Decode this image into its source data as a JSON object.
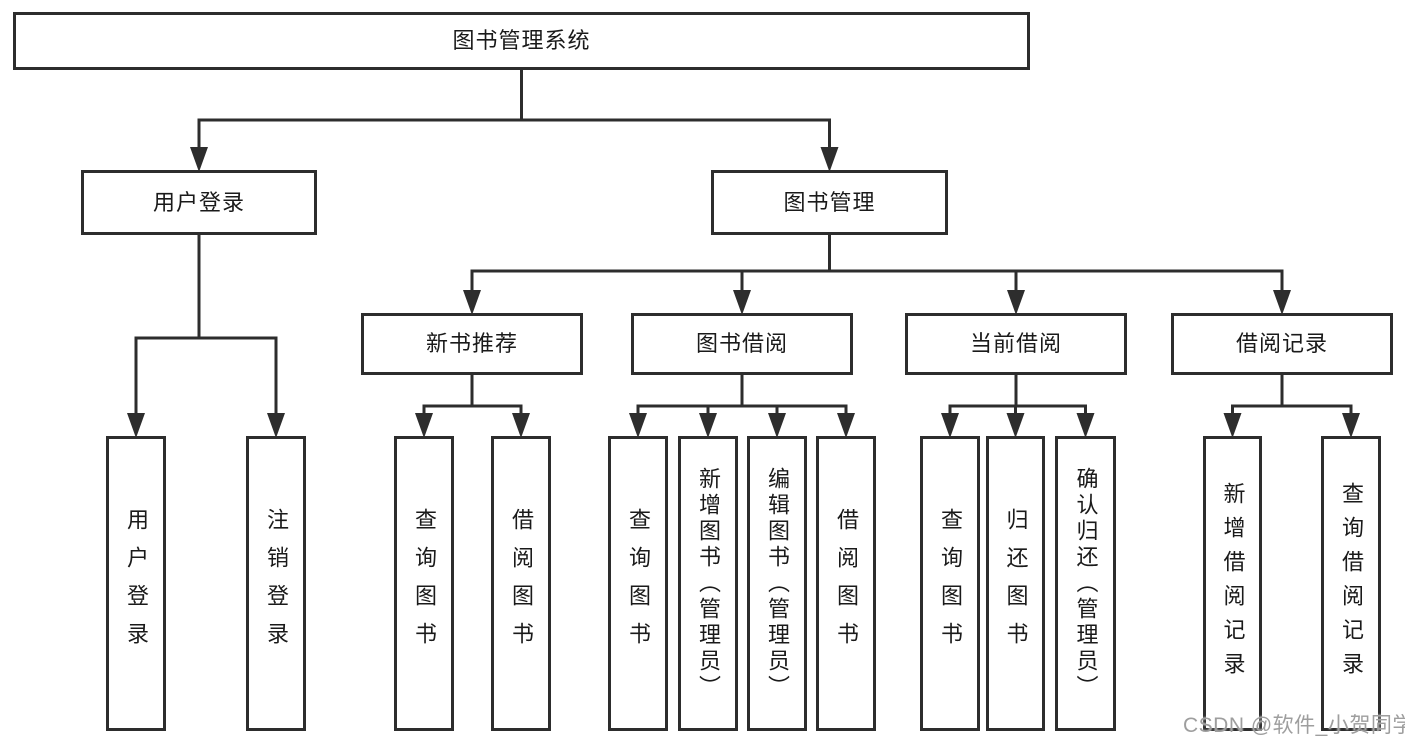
{
  "diagram": {
    "title": "图书管理系统",
    "nodes": {
      "root": {
        "label": "图书管理系统"
      },
      "user_login": {
        "label": "用户登录"
      },
      "book_mgmt": {
        "label": "图书管理"
      },
      "new_book_rec": {
        "label": "新书推荐"
      },
      "book_borrow": {
        "label": "图书借阅"
      },
      "current_borrow": {
        "label": "当前借阅"
      },
      "borrow_records": {
        "label": "借阅记录"
      },
      "leaf_user_login": {
        "label": "用户登录"
      },
      "leaf_logout": {
        "label": "注销登录"
      },
      "leaf_query_books_1": {
        "label": "查询图书"
      },
      "leaf_borrow_books_1": {
        "label": "借阅图书"
      },
      "leaf_query_books_2": {
        "label": "查询图书"
      },
      "leaf_add_book": {
        "label": "新增图书（管理员）"
      },
      "leaf_edit_book": {
        "label": "编辑图书（管理员）"
      },
      "leaf_borrow_books_2": {
        "label": "借阅图书"
      },
      "leaf_query_books_3": {
        "label": "查询图书"
      },
      "leaf_return_book": {
        "label": "归还图书"
      },
      "leaf_confirm_return": {
        "label": "确认归还（管理员）"
      },
      "leaf_add_record": {
        "label": "新增借阅记录"
      },
      "leaf_query_record": {
        "label": "查询借阅记录"
      }
    },
    "edges": [
      {
        "parent": "root",
        "children": [
          "user_login",
          "book_mgmt"
        ]
      },
      {
        "parent": "user_login",
        "children": [
          "leaf_user_login",
          "leaf_logout"
        ]
      },
      {
        "parent": "book_mgmt",
        "children": [
          "new_book_rec",
          "book_borrow",
          "current_borrow",
          "borrow_records"
        ]
      },
      {
        "parent": "new_book_rec",
        "children": [
          "leaf_query_books_1",
          "leaf_borrow_books_1"
        ]
      },
      {
        "parent": "book_borrow",
        "children": [
          "leaf_query_books_2",
          "leaf_add_book",
          "leaf_edit_book",
          "leaf_borrow_books_2"
        ]
      },
      {
        "parent": "current_borrow",
        "children": [
          "leaf_query_books_3",
          "leaf_return_book",
          "leaf_confirm_return"
        ]
      },
      {
        "parent": "borrow_records",
        "children": [
          "leaf_add_record",
          "leaf_query_record"
        ]
      }
    ]
  },
  "watermark": {
    "text": "CSDN @软件_小贺同学"
  },
  "colors": {
    "line": "#2d2d2d",
    "text": "#1a1a1a",
    "background": "#ffffff",
    "watermark": "#9e9e9e"
  }
}
